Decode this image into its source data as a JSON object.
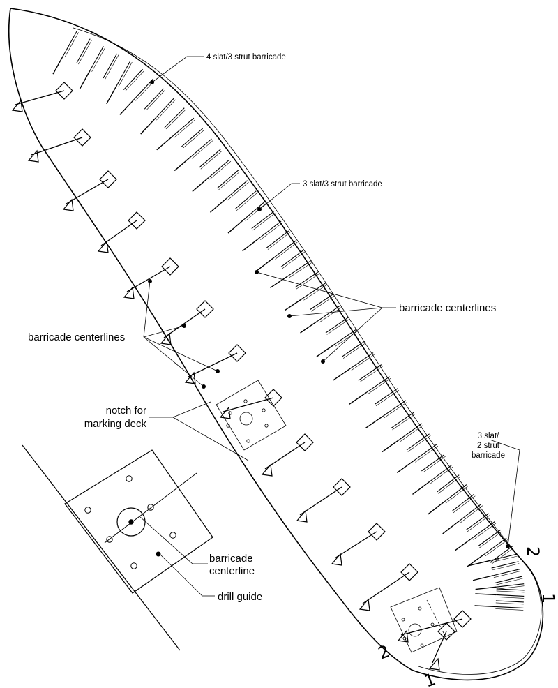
{
  "labels": {
    "four_slat_three_strut": "4 slat/3 strut barricade",
    "three_slat_three_strut": "3 slat/3 strut barricade",
    "centerlines_right": "barricade centerlines",
    "centerlines_left": "barricade centerlines",
    "notch_line1": "notch for",
    "notch_line2": "marking deck",
    "three_slat_two_strut_line1": "3 slat/",
    "three_slat_two_strut_line2": "2 strut",
    "three_slat_two_strut_line3": "barricade",
    "barricade_centerline_line1": "barricade",
    "barricade_centerline_line2": "centerline",
    "drill_guide": "drill guide"
  },
  "marks": {
    "stern_1": "1",
    "stern_2": "2",
    "bottom_1": "1",
    "bottom_2": "2"
  }
}
